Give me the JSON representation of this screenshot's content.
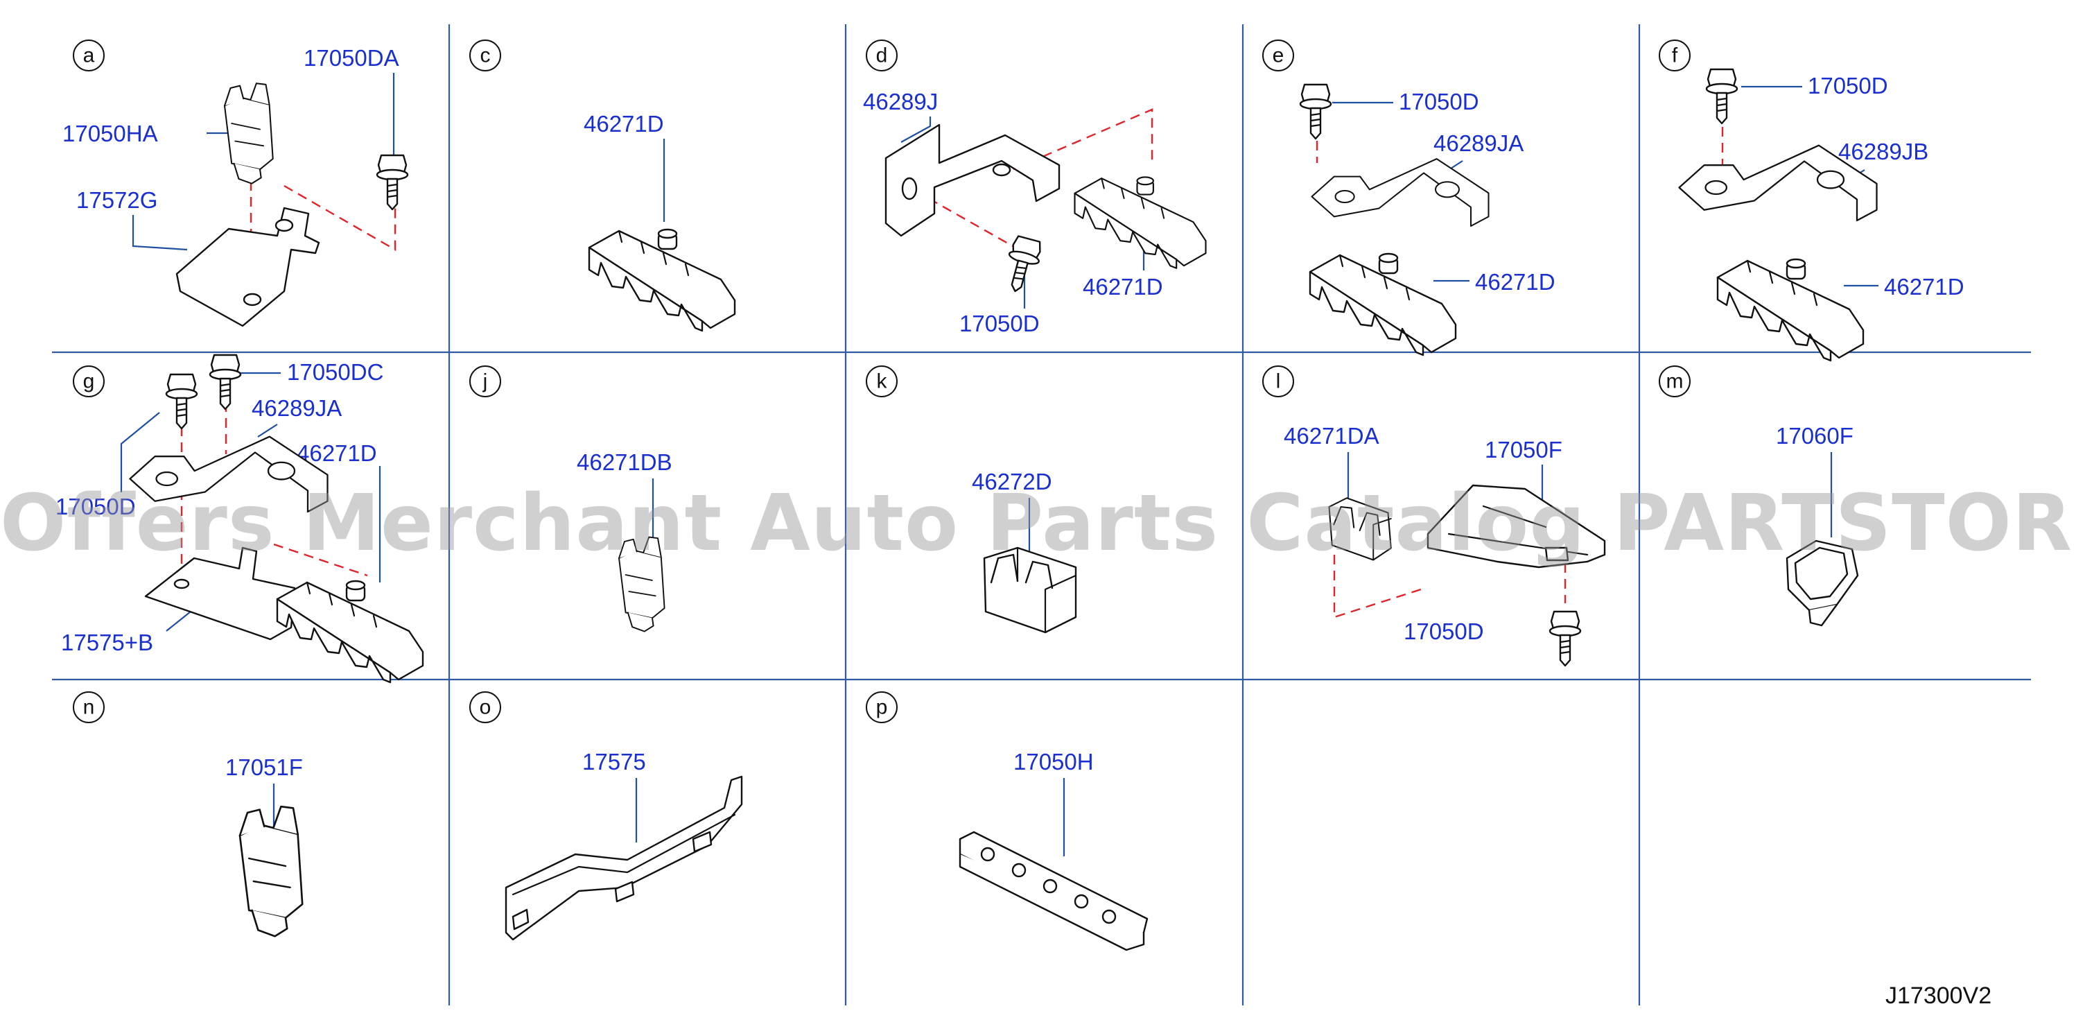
{
  "diagram_code": "J17300V2",
  "watermark": "Offers Merchant Auto Parts Catalog PARTSTORE.SA",
  "sections": [
    {
      "letter": "a",
      "parts": [
        "17050DA",
        "17050HA",
        "17572G"
      ]
    },
    {
      "letter": "c",
      "parts": [
        "46271D"
      ]
    },
    {
      "letter": "d",
      "parts": [
        "46289J",
        "46271D",
        "17050D"
      ]
    },
    {
      "letter": "e",
      "parts": [
        "17050D",
        "46289JA",
        "46271D"
      ]
    },
    {
      "letter": "f",
      "parts": [
        "17050D",
        "46289JB",
        "46271D"
      ]
    },
    {
      "letter": "g",
      "parts": [
        "17050DC",
        "46289JA",
        "46271D",
        "17050D",
        "17575+B"
      ]
    },
    {
      "letter": "j",
      "parts": [
        "46271DB"
      ]
    },
    {
      "letter": "k",
      "parts": [
        "46272D"
      ]
    },
    {
      "letter": "l",
      "parts": [
        "46271DA",
        "17050F",
        "17050D"
      ]
    },
    {
      "letter": "m",
      "parts": [
        "17060F"
      ]
    },
    {
      "letter": "n",
      "parts": [
        "17051F"
      ]
    },
    {
      "letter": "o",
      "parts": [
        "17575"
      ]
    },
    {
      "letter": "p",
      "parts": [
        "17050H"
      ]
    }
  ],
  "colors": {
    "grid": "#2f5aa6",
    "part_number": "#1a2fd0",
    "dashed_line": "#e0242b",
    "outline": "#111111"
  }
}
